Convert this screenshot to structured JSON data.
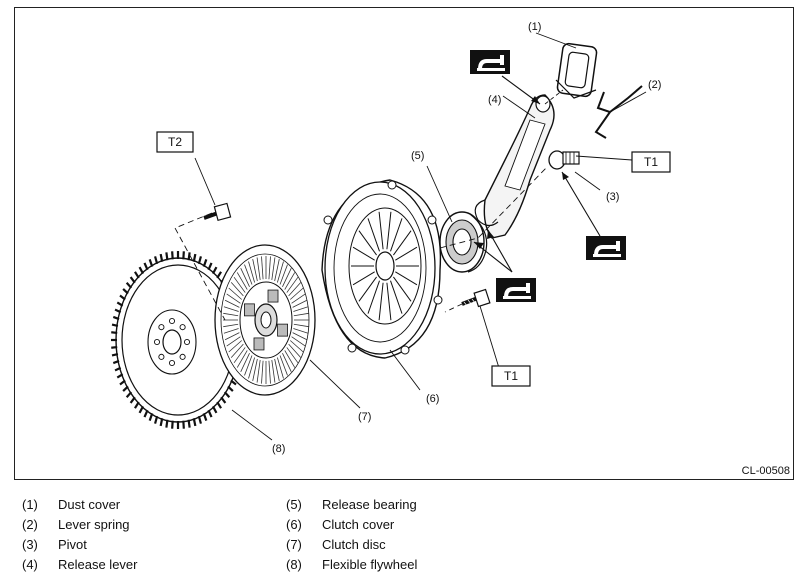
{
  "figure_id": "CL-00508",
  "callouts": {
    "dust_cover": "(1)",
    "lever_spring": "(2)",
    "pivot": "(3)",
    "release_lever": "(4)",
    "release_bearing": "(5)",
    "clutch_cover": "(6)",
    "clutch_disc": "(7)",
    "flexible_flywheel": "(8)"
  },
  "torque_tags": {
    "t2": "T2",
    "t1_pivot": "T1",
    "t1_bolt": "T1"
  },
  "grease_icon": "grease-can-icon",
  "legend": [
    {
      "num": "(1)",
      "name": "Dust cover"
    },
    {
      "num": "(2)",
      "name": "Lever spring"
    },
    {
      "num": "(3)",
      "name": "Pivot"
    },
    {
      "num": "(4)",
      "name": "Release lever"
    },
    {
      "num": "(5)",
      "name": "Release bearing"
    },
    {
      "num": "(6)",
      "name": "Clutch cover"
    },
    {
      "num": "(7)",
      "name": "Clutch disc"
    },
    {
      "num": "(8)",
      "name": "Flexible flywheel"
    }
  ]
}
